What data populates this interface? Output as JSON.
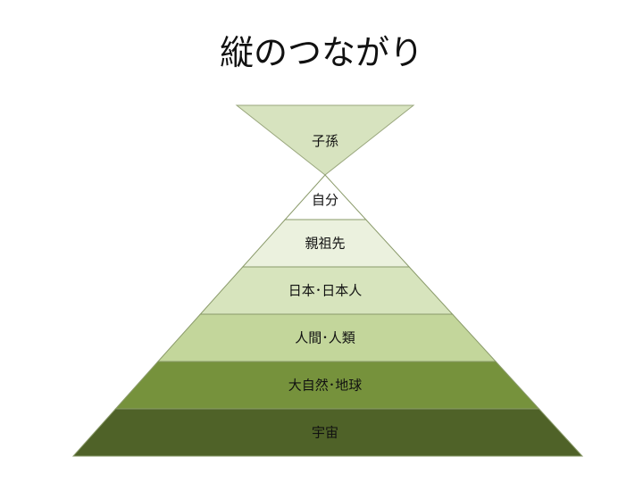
{
  "title": "縦のつながり",
  "top_triangle": {
    "label": "子孫",
    "color": "#d7e3bf"
  },
  "layers": [
    {
      "label": "自分",
      "color": "#ffffff"
    },
    {
      "label": "親祖先",
      "color": "#ebf1de"
    },
    {
      "label": "日本･日本人",
      "color": "#d7e4bd"
    },
    {
      "label": "人間･人類",
      "color": "#c3d69b"
    },
    {
      "label": "大自然･地球",
      "color": "#76923c"
    },
    {
      "label": "宇宙",
      "color": "#4f6228"
    }
  ]
}
